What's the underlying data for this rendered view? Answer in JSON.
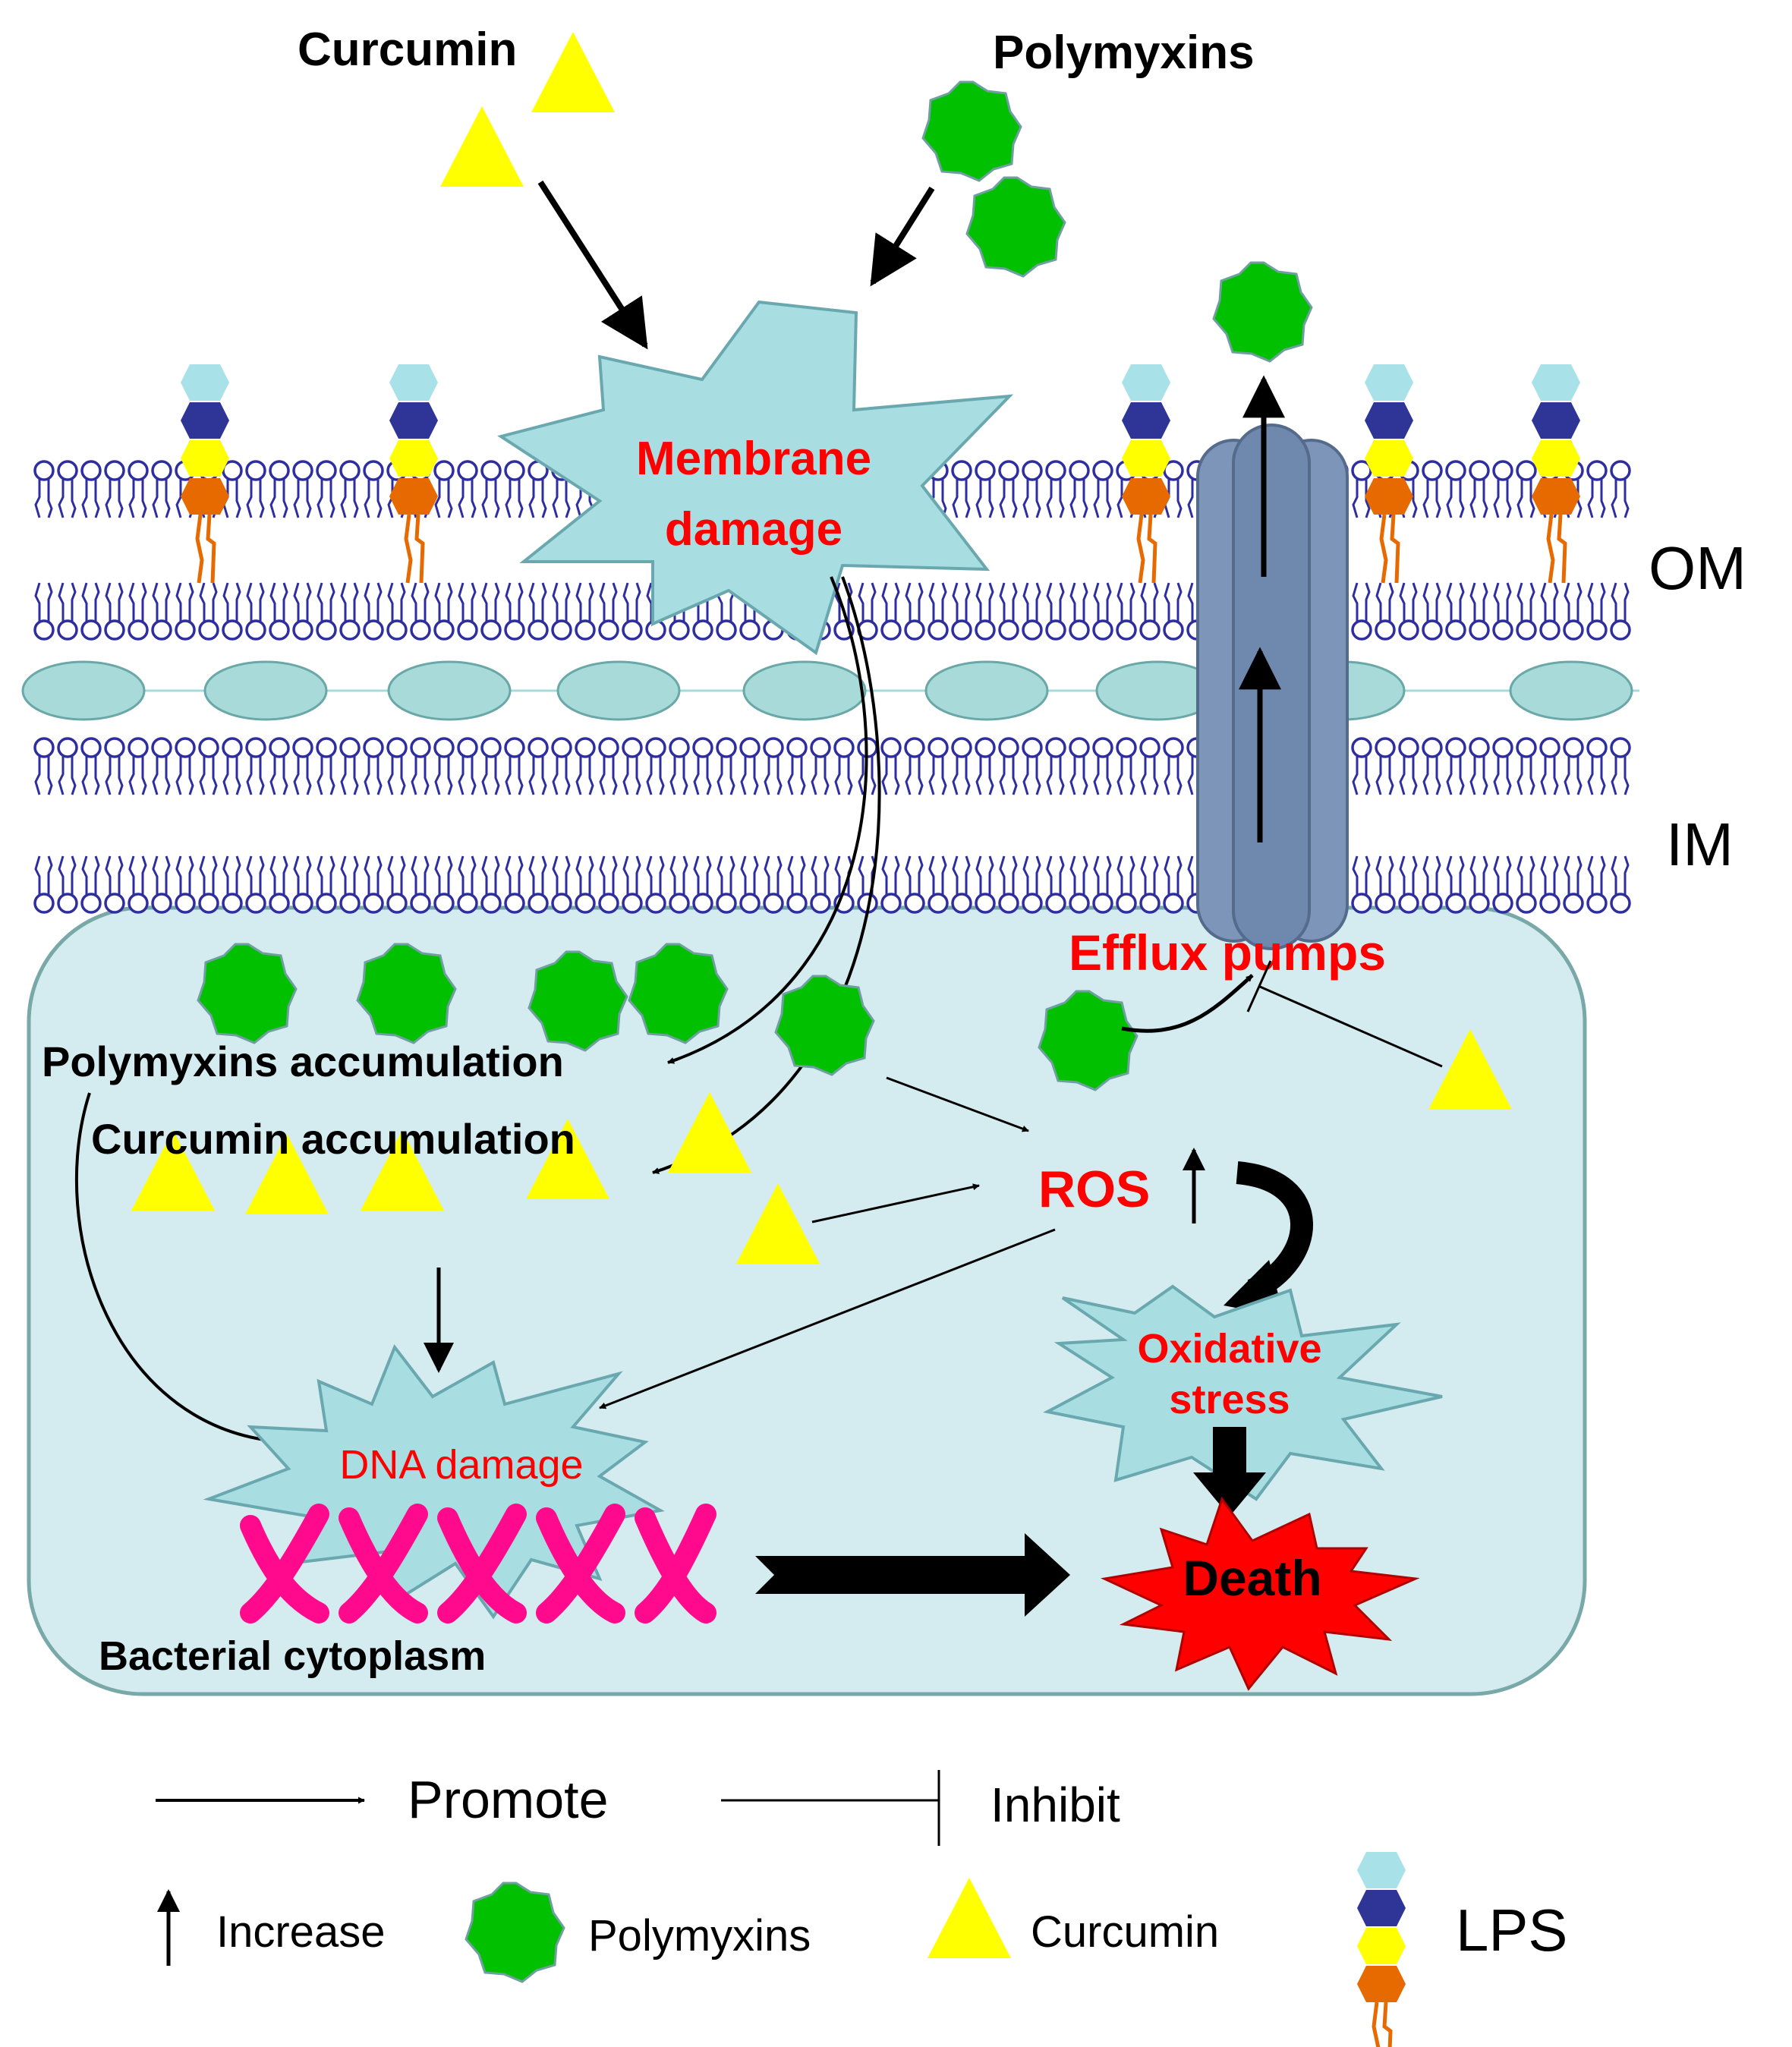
{
  "labels": {
    "curcumin_top": "Curcumin",
    "polymyxins_top": "Polymyxins",
    "membrane_damage_line1": "Membrane",
    "membrane_damage_line2": "damage",
    "om": "OM",
    "im": "IM",
    "efflux_pumps": "Efflux pumps",
    "polymyxins_accumulation": "Polymyxins accumulation",
    "curcumin_accumulation": "Curcumin accumulation",
    "ros": "ROS",
    "oxidative_line1": "Oxidative",
    "oxidative_line2": "stress",
    "dna_damage": "DNA damage",
    "death": "Death",
    "bacterial_cytoplasm": "Bacterial cytoplasm"
  },
  "legend": {
    "promote": "Promote",
    "inhibit": "Inhibit",
    "increase": "Increase",
    "polymyxins": "Polymyxins",
    "curcumin": "Curcumin",
    "lps": "LPS"
  },
  "icons": {
    "curcumin": "yellow-triangle",
    "polymyxins": "green-heptagon-star",
    "lps": "stacked-hexagons",
    "efflux_pump": "blue-gray-barrel-pump",
    "dna": "magenta-double-helix"
  },
  "colors": {
    "curcumin": "#ffff00",
    "polymyxins": "#00c000",
    "polymyxins_stroke": "#6a9a9a",
    "membrane_lipid": "#2e2ea0",
    "periplasm_ellipse": "#a8dada",
    "cytoplasm": "#d4ecf0",
    "cytoplasm_border": "#78a8a8",
    "starburst_fill": "#a8dde2",
    "label_red": "#ff0000",
    "death_fill": "#ff0000",
    "dna": "#ff0a8c",
    "pump": "#7d95b8",
    "lps_light": "#a8e2e8",
    "lps_dark": "#2e3596",
    "lps_yellow": "#ffff00",
    "lps_orange": "#e66a00"
  }
}
